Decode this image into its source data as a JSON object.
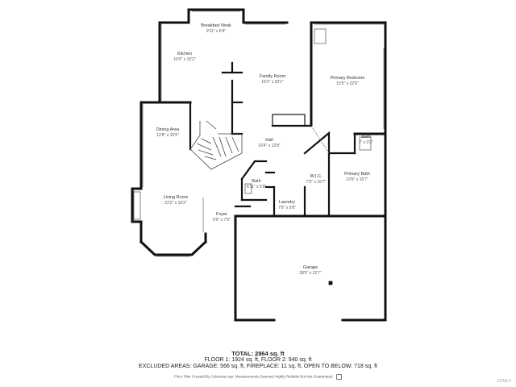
{
  "rooms": {
    "breakfast_nook": {
      "name": "Breakfast Nook",
      "dims": "9'11\" x 6'4\""
    },
    "kitchen": {
      "name": "Kitchen",
      "dims": "16'0\" x 15'2\""
    },
    "family_room": {
      "name": "Family Room",
      "dims": "16'2\" x 20'1\""
    },
    "primary_bedroom": {
      "name": "Primary Bedroom",
      "dims": "15'5\" x 22'9\""
    },
    "dining_area": {
      "name": "Dining Area",
      "dims": "12'8\" x 10'9\""
    },
    "hall": {
      "name": "Hall",
      "dims": "16'4\" x 12'8\""
    },
    "bath_small": {
      "name": "Bath",
      "dims": "7' x 3'3\""
    },
    "wic": {
      "name": "W.I.C.",
      "dims": "7'9\" x 15'7\""
    },
    "primary_bath": {
      "name": "Primary Bath",
      "dims": "10'9\" x 16'7\""
    },
    "bath_hall": {
      "name": "Bath",
      "dims": "6'11\" x 5'9\""
    },
    "laundry": {
      "name": "Laundry",
      "dims": "7'6\" x 5'8\""
    },
    "living_room": {
      "name": "Living Room",
      "dims": "22'2\" x 19'2\""
    },
    "foyer": {
      "name": "Foyer",
      "dims": "6'9\" x 7'0\""
    },
    "garage": {
      "name": "Garage",
      "dims": "28'5\" x 22'7\""
    }
  },
  "footer": {
    "total": "TOTAL: 2864 sq. ft",
    "floors": "FLOOR 1: 1924 sq. ft, FLOOR 2: 940 sq. ft",
    "excluded": "EXCLUDED AREAS: GARAGE: 566 sq. ft, FIREPLACE: 11 sq. ft, OPEN TO BELOW: 718 sq. ft",
    "credit": "Floor Plan Created By Cubicasa App. Measurements Deemed Highly Reliable But Not Guaranteed."
  },
  "watermark": "CRMLS",
  "colors": {
    "wall": "#111111",
    "window": "#9a9a9a",
    "thin": "#666666"
  }
}
